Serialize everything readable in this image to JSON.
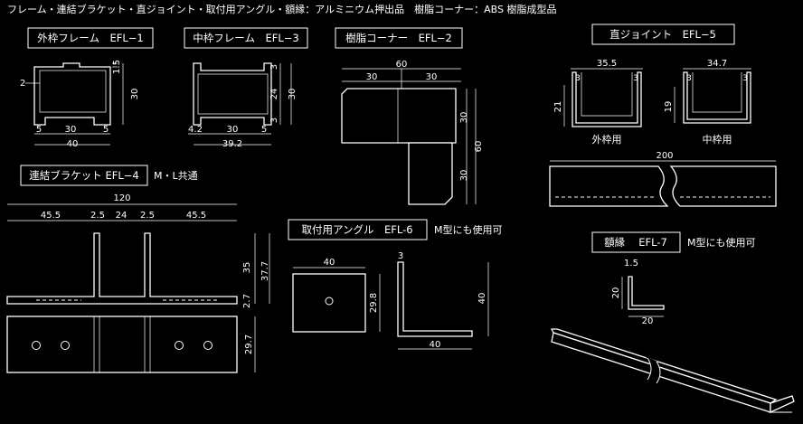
{
  "header": {
    "text": "フレーム・連結ブラケット・直ジョイント・取付用アングル・額縁：アルミニウム押出品　樹脂コーナー：ABS 樹脂成型品"
  },
  "parts": {
    "outer_frame": {
      "title": "外枠フレーム　EFL−1",
      "dims": [
        "1.5",
        "2",
        "30",
        "5",
        "30",
        "5",
        "40"
      ]
    },
    "middle_frame": {
      "title": "中枠フレーム　EFL−3",
      "dims": [
        "3",
        "24",
        "3",
        "30",
        "4.2",
        "30",
        "5",
        "39.2"
      ]
    },
    "resin_corner": {
      "title": "樹脂コーナー　EFL−2",
      "dims": [
        "60",
        "30",
        "30",
        "30",
        "60",
        "30"
      ]
    },
    "bracket": {
      "title": "連結ブラケット EFL−4",
      "note": "M・L共通",
      "dims": [
        "120",
        "45.5",
        "2.5",
        "24",
        "2.5",
        "45.5",
        "35",
        "37.7",
        "2.7",
        "29.7"
      ]
    },
    "angle": {
      "title": "取付用アングル　EFL-6",
      "note": "M型にも使用可",
      "dims": [
        "40",
        "29.8",
        "3",
        "40",
        "40"
      ]
    },
    "straight_joint": {
      "title": "直ジョイント　EFL−5",
      "outer": {
        "label": "外枠用",
        "dims": [
          "35.5",
          "3",
          "3",
          "21"
        ]
      },
      "inner": {
        "label": "中枠用",
        "dims": [
          "34.7",
          "3",
          "3",
          "19"
        ]
      },
      "length": "200"
    },
    "picture_frame": {
      "title": "額縁　 EFL-7",
      "note": "M型にも使用可",
      "dims": [
        "1.5",
        "20",
        "20"
      ]
    }
  }
}
